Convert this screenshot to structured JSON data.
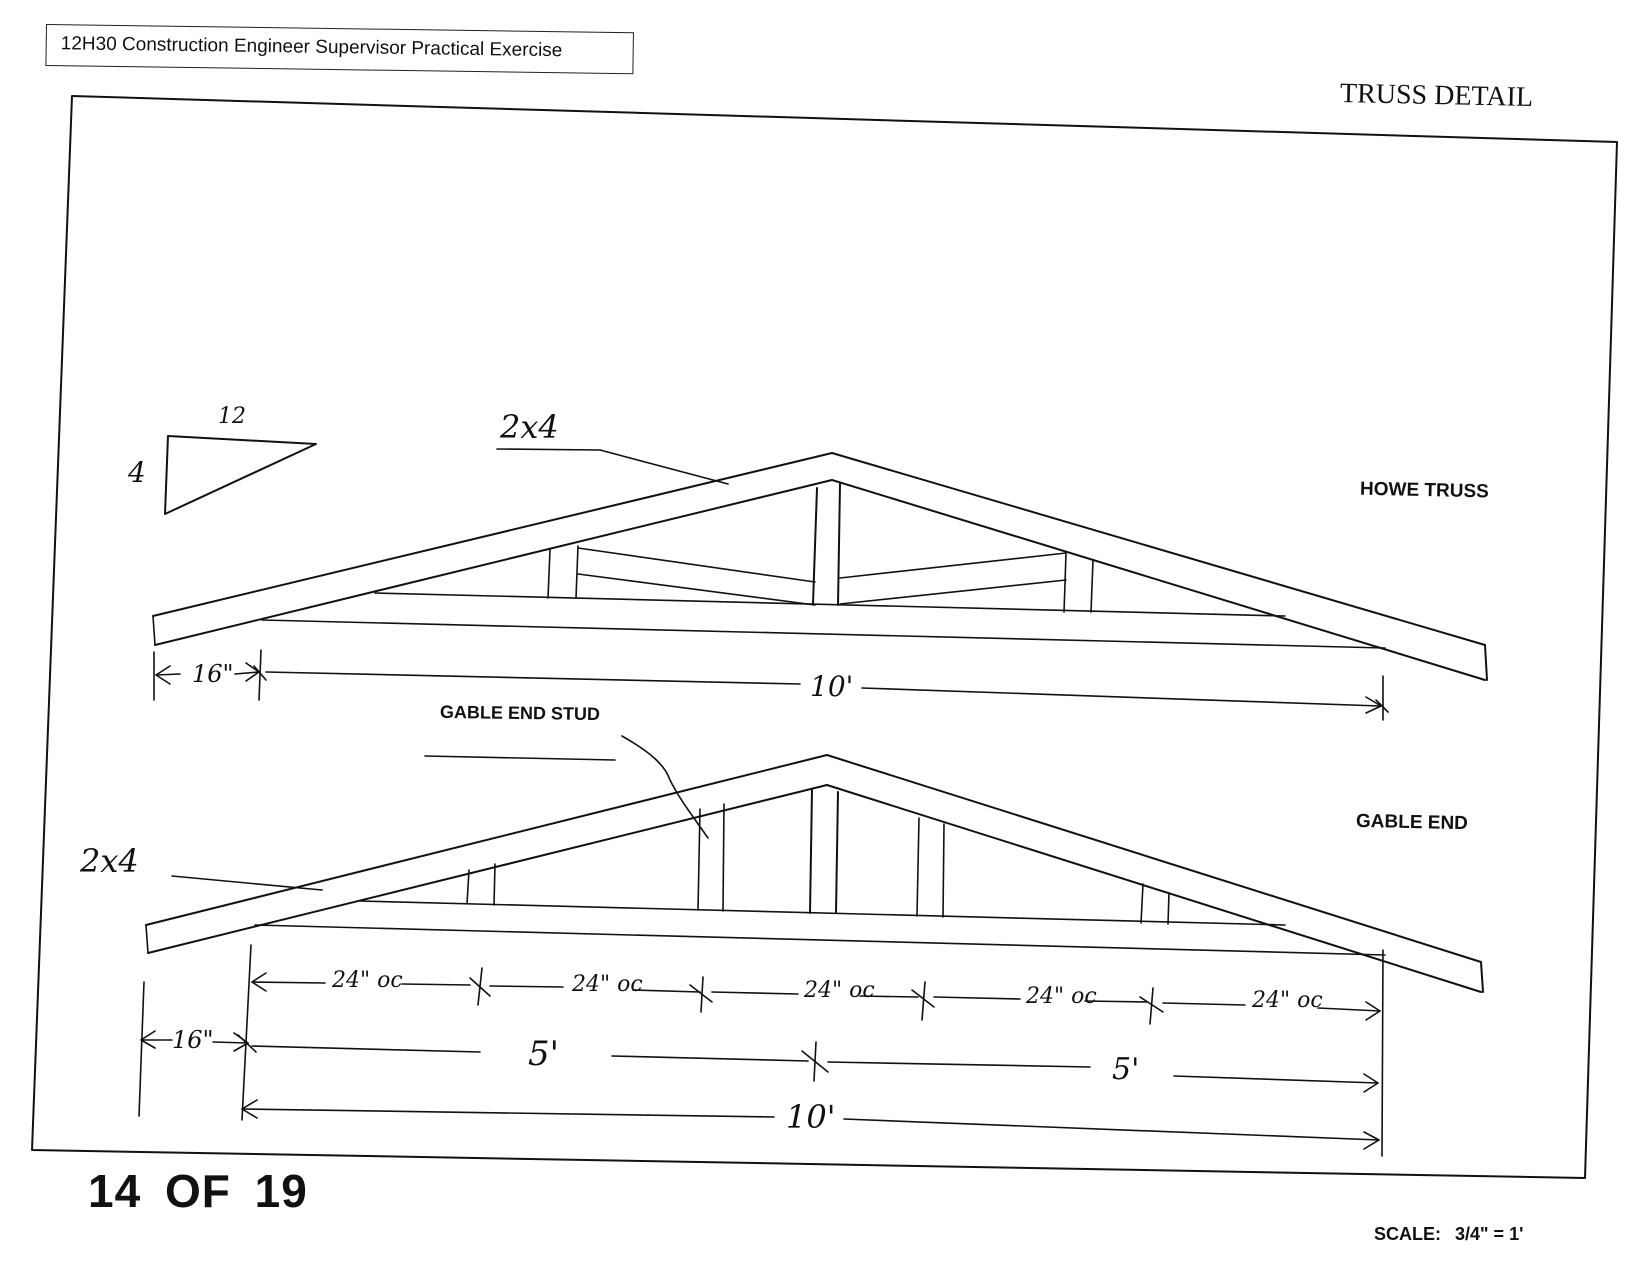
{
  "header": {
    "course_title": "12H30 Construction Engineer Supervisor Practical Exercise"
  },
  "sheet": {
    "title": "TRUSS DETAIL",
    "page": "14 OF 19"
  },
  "scale": {
    "label": "SCALE:",
    "value": "3/4\" = 1'"
  },
  "pitch_symbol": {
    "run": "12",
    "rise": "4"
  },
  "howe_truss": {
    "label": "HOWE TRUSS",
    "lumber": "2x4",
    "overhang": "16\"",
    "span": "10'"
  },
  "gable_end": {
    "label": "GABLE END",
    "stud_label": "GABLE END STUD",
    "lumber": "2x4",
    "overhang": "16\"",
    "spacings": [
      "24\" oc",
      "24\" oc",
      "24\" oc",
      "24\" oc",
      "24\" oc"
    ],
    "half_spans": [
      "5'",
      "5'"
    ],
    "span": "10'"
  },
  "colors": {
    "ink": "#111111",
    "paper": "#ffffff"
  }
}
